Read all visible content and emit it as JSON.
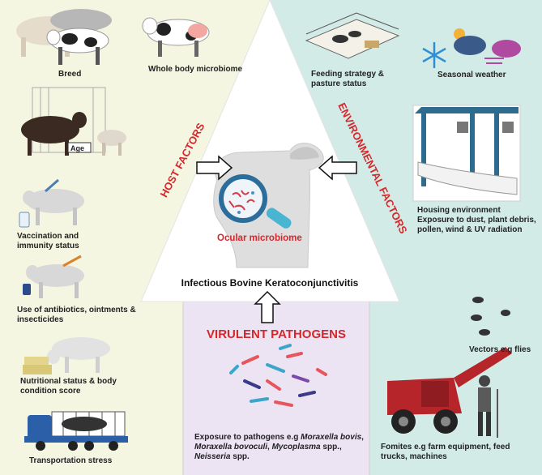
{
  "central_title": "Infectious Bovine Keratoconjunctivitis",
  "ocular_label": "Ocular microbiome",
  "sections": {
    "host": "HOST FACTORS",
    "environmental": "ENVIRONMENTAL FACTORS",
    "pathogens": "VIRULENT PATHOGENS"
  },
  "host_factors": {
    "breed": "Breed",
    "whole_body": "Whole body microbiome",
    "age": "Age",
    "vaccination": "Vaccination and immunity status",
    "antibiotics": "Use of antibiotics, ointments & insecticides",
    "nutrition": "Nutritional status & body condition score",
    "transport": "Transportation stress"
  },
  "environmental_factors": {
    "feeding": "Feeding strategy & pasture status",
    "weather": "Seasonal weather",
    "housing_title": "Housing environment",
    "housing_detail": "Exposure to dust, plant debris, pollen, wind & UV radiation",
    "vectors": "Vectors e.g flies",
    "fomites": "Fomites e.g farm equipment, feed trucks, machines"
  },
  "pathogens": {
    "intro": "Exposure to pathogens e.g",
    "p1": "Moraxella bovis",
    "p2": "Moraxella bovoculi",
    "p3": "Mycoplasma",
    "p3_suffix": "spp.,",
    "p4": "Neisseria",
    "p4_suffix": "spp."
  },
  "colors": {
    "host_bg": "#f5f6e2",
    "env_bg": "#d3ebe6",
    "pathogen_bg": "#ece3f3",
    "accent_red": "#d7272b",
    "lens_blue": "#2b8fb8"
  }
}
